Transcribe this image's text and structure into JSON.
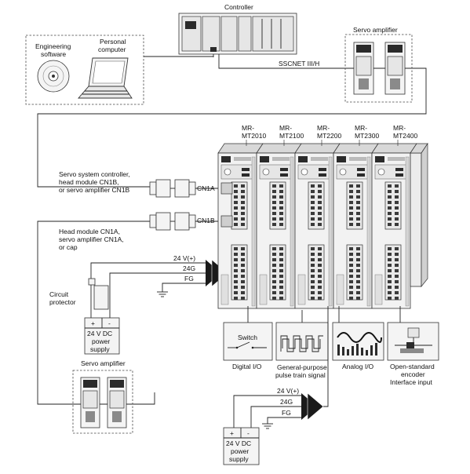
{
  "labels": {
    "controller": "Controller",
    "servo_amplifier_top": "Servo amplifier",
    "sscnet": "SSCNET III/H",
    "engineering_software_1": "Engineering",
    "engineering_software_2": "software",
    "personal_computer_1": "Personal",
    "personal_computer_2": "computer",
    "cn1a_source_1": "Servo system controller,",
    "cn1a_source_2": "head module CN1B,",
    "cn1a_source_3": "or servo amplifier CN1B",
    "cn1a": "CN1A",
    "cn1b": "CN1B",
    "cn1b_dest_1": "Head module CN1A,",
    "cn1b_dest_2": "servo amplifier CN1A,",
    "cn1b_dest_3": "or cap",
    "v24_top": "24 V(+)",
    "g24_top": "24G",
    "fg_top": "FG",
    "circuit_protector_1": "Circuit",
    "circuit_protector_2": "protector",
    "psu_plus_top": "+",
    "psu_minus_top": "-",
    "psu_top_1": "24 V DC",
    "psu_top_2": "power",
    "psu_top_3": "supply",
    "servo_amplifier_bottom": "Servo amplifier",
    "v24_bottom": "24 V(+)",
    "g24_bottom": "24G",
    "fg_bottom": "FG",
    "psu_plus_bottom": "+",
    "psu_minus_bottom": "-",
    "psu_bottom_1": "24 V DC",
    "psu_bottom_2": "power",
    "psu_bottom_3": "supply",
    "switch": "Switch",
    "digital_io": "Digital I/O",
    "pulse_1": "General-purpose",
    "pulse_2": "pulse train signal",
    "analog_io": "Analog I/O",
    "encoder_1": "Open-standard",
    "encoder_2": "encoder",
    "encoder_3": "Interface input"
  },
  "modules": [
    {
      "line1": "MR-",
      "line2": "MT2010"
    },
    {
      "line1": "MR-",
      "line2": "MT2100"
    },
    {
      "line1": "MR-",
      "line2": "MT2200"
    },
    {
      "line1": "MR-",
      "line2": "MT2300"
    },
    {
      "line1": "MR-",
      "line2": "MT2400"
    }
  ]
}
